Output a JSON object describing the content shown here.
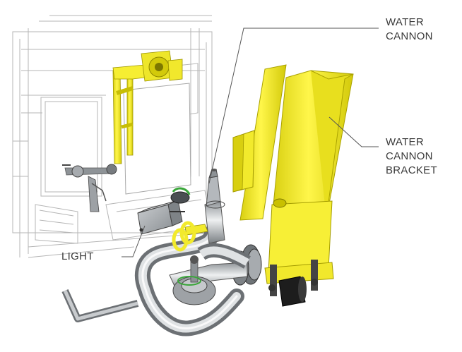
{
  "labels": {
    "water_cannon": [
      "WATER",
      "CANNON"
    ],
    "water_cannon_bracket": [
      "WATER",
      "CANNON",
      "BRACKET"
    ],
    "light": "LIGHT"
  },
  "colors": {
    "yellow": "#f2ea2c",
    "yellow_dark": "#c9c000",
    "metal": "#b8bcc0",
    "metal_dark": "#6c7074",
    "line": "#b8b8b8",
    "leader": "#555555",
    "green": "#3aa63a"
  },
  "icons": [
    "water-cannon-nozzle",
    "bracket-arm",
    "light-housing",
    "swivel-valve",
    "sketched-superstructure"
  ]
}
